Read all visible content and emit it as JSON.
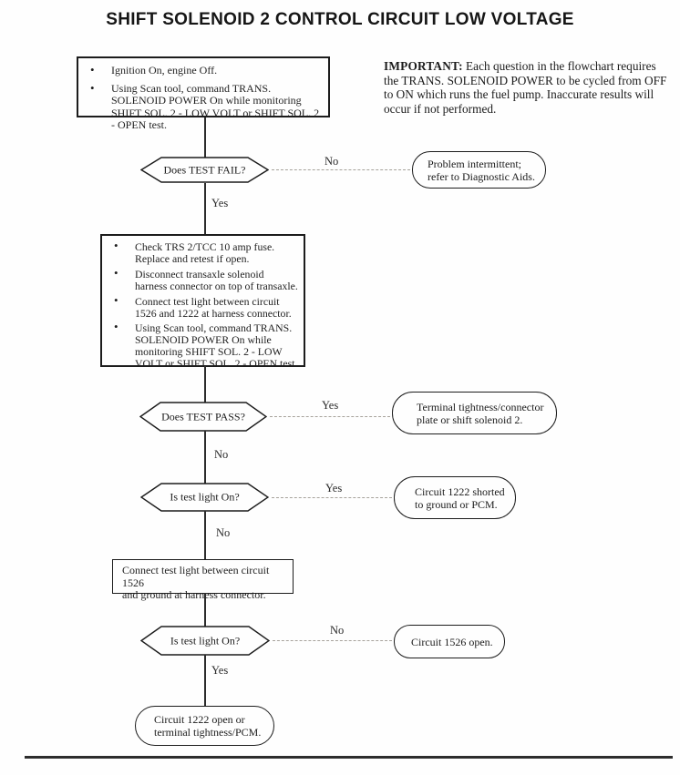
{
  "title": "SHIFT SOLENOID 2 CONTROL CIRCUIT LOW VOLTAGE",
  "important": {
    "label": "IMPORTANT:",
    "text": " Each question in the flowchart requires the TRANS. SOLENOID POWER to be cycled from OFF to ON which runs the fuel pump. Inaccurate results will occur if not performed."
  },
  "flowchart": {
    "start_box": {
      "bullets": [
        "Ignition On, engine Off.",
        "Using Scan tool, command TRANS. SOLENOID POWER On while monitoring SHIFT SOL. 2 - LOW VOLT or SHIFT SOL. 2 - OPEN test."
      ]
    },
    "decision1": {
      "question": "Does TEST FAIL?",
      "no": "No",
      "yes": "Yes"
    },
    "result1": {
      "lines": [
        "Problem intermittent;",
        "refer to Diagnostic Aids."
      ]
    },
    "action_box": {
      "bullets": [
        "Check TRS 2/TCC 10 amp fuse. Replace and retest if open.",
        "Disconnect transaxle solenoid harness connector on top of transaxle.",
        "Connect test light between circuit 1526 and 1222 at harness connector.",
        "Using Scan tool, command TRANS. SOLENOID POWER On while monitoring SHIFT SOL. 2 - LOW VOLT or SHIFT SOL. 2 - OPEN test."
      ]
    },
    "decision2": {
      "question": "Does TEST PASS?",
      "yes": "Yes",
      "no": "No"
    },
    "result2": {
      "lines": [
        "Terminal tightness/connector",
        "plate or shift solenoid 2."
      ]
    },
    "decision3": {
      "question": "Is test light On?",
      "yes": "Yes",
      "no": "No"
    },
    "result3": {
      "lines": [
        "Circuit 1222 shorted",
        "to ground or PCM."
      ]
    },
    "connect_box": {
      "lines": [
        "Connect test light between circuit 1526",
        "and ground at harness connector."
      ]
    },
    "decision4": {
      "question": "Is test light On?",
      "no": "No",
      "yes": "Yes"
    },
    "result4": {
      "lines": [
        "Circuit 1526 open."
      ]
    },
    "final_result": {
      "lines": [
        "Circuit 1222 open or",
        "terminal tightness/PCM."
      ]
    }
  }
}
